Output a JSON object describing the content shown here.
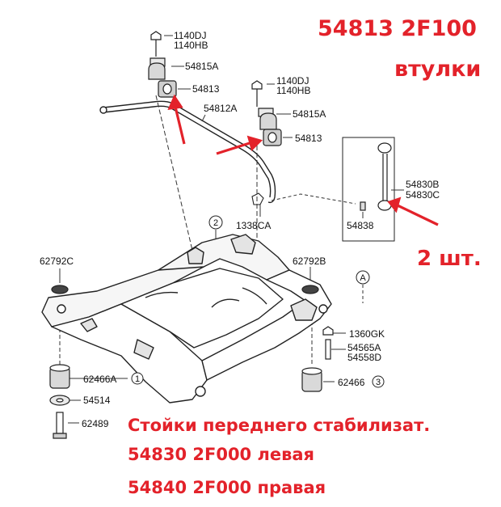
{
  "title": {
    "part_number": "54813 2F100",
    "name": "втулки"
  },
  "quantity": "2 шт.",
  "footer": {
    "heading": "Стойки переднего стабилизат.",
    "left": "54830 2F000  левая",
    "right": "54840 2F000  правая"
  },
  "labels": {
    "bolt_top_left_1": "1140DJ",
    "bolt_top_left_2": "1140HB",
    "clamp_left": "54815A",
    "bushing_left": "54813",
    "bar": "54812A",
    "bolt_top_right_1": "1140DJ",
    "bolt_top_right_2": "1140HB",
    "clamp_right": "54815A",
    "bushing_right": "54813",
    "link_1": "54830B",
    "link_2": "54830C",
    "nut": "54838",
    "bolt_bar": "1338CA",
    "pad_left": "62792C",
    "pad_right": "62792B",
    "bolt_right": "1360GK",
    "mount_1": "54565A",
    "mount_2": "54558D",
    "bush_front_left": "62466A",
    "bush_front_right": "62466",
    "washer": "54514",
    "bolt_bottom": "62489"
  },
  "callouts": {
    "two": "2",
    "a": "A",
    "one": "1",
    "three": "3"
  },
  "colors": {
    "accent": "#e3222a",
    "line": "#222222"
  }
}
